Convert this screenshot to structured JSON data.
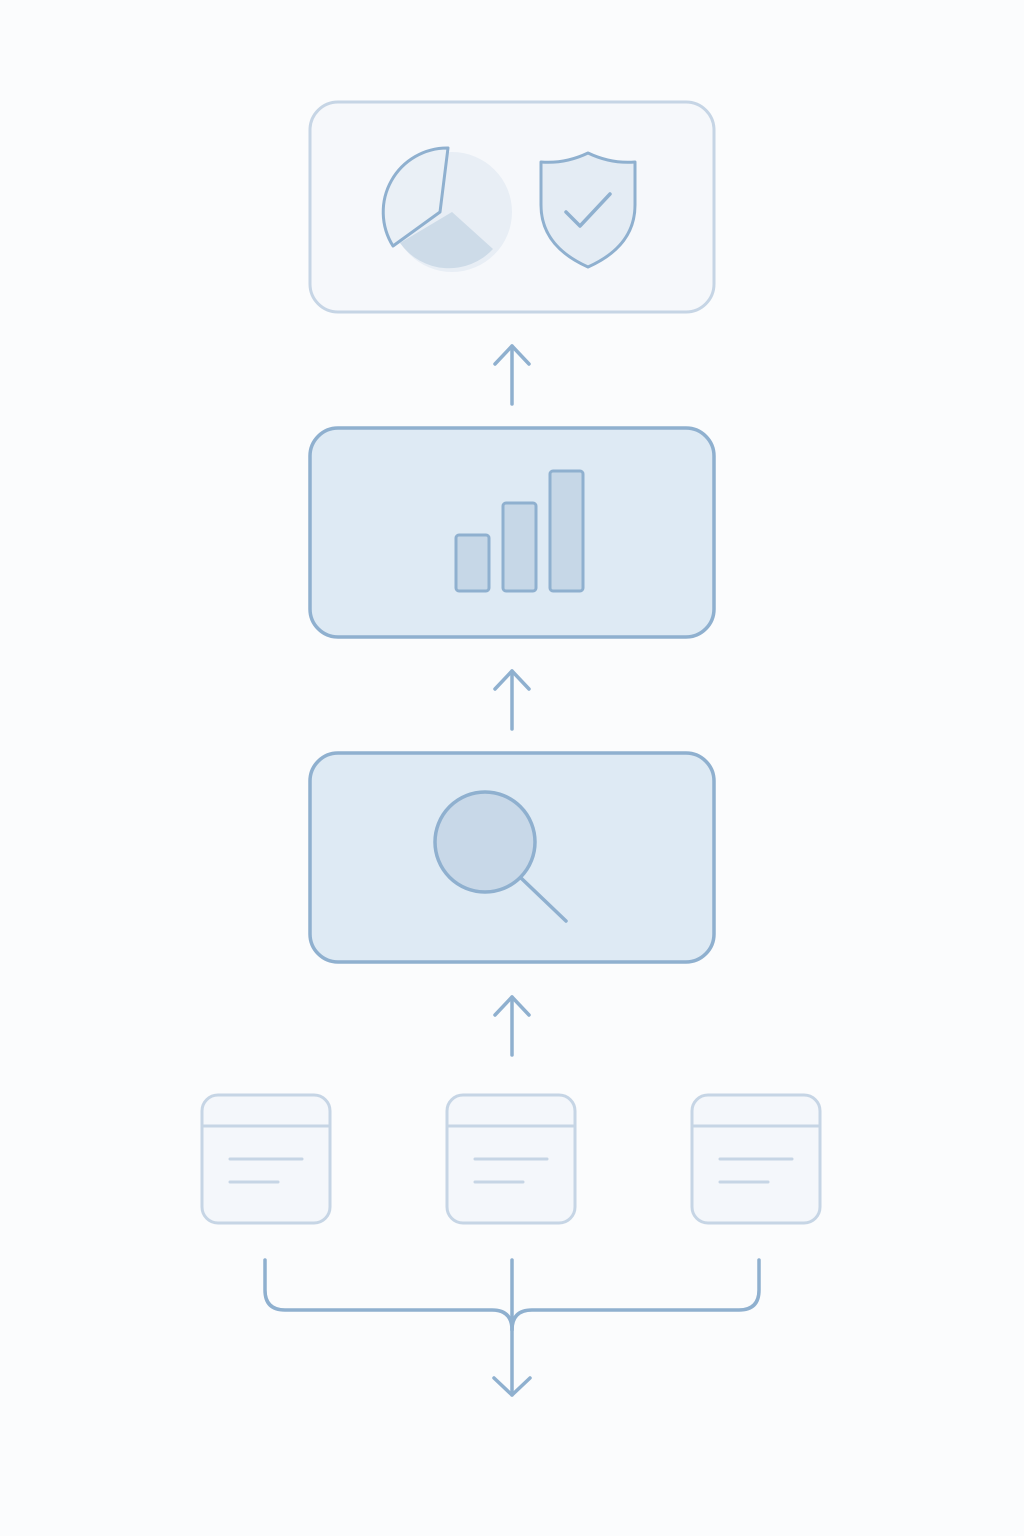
{
  "diagram": {
    "stages": [
      {
        "name": "insights-security-box",
        "icons": [
          "pie-chart-icon",
          "shield-check-icon"
        ]
      },
      {
        "name": "analytics-box",
        "icons": [
          "bar-chart-icon"
        ]
      },
      {
        "name": "search-box",
        "icons": [
          "magnifier-icon"
        ]
      }
    ],
    "sources": [
      {
        "name": "document-card",
        "icon": "document-icon"
      },
      {
        "name": "document-card",
        "icon": "document-icon"
      },
      {
        "name": "document-card",
        "icon": "document-icon"
      }
    ],
    "connectors": [
      "arrow-up-icon",
      "arrow-up-icon",
      "arrow-up-icon",
      "merge-arrow-down-icon"
    ]
  },
  "colors": {
    "background": "#fbfcfd",
    "stroke_light": "#bfd0e2",
    "stroke_medium": "#8fb0cf",
    "fill_light": "#f4f7fb",
    "fill_medium": "#dfeaf4",
    "fill_accent": "#c9d9e8",
    "arrow": "#8fb0cf"
  }
}
